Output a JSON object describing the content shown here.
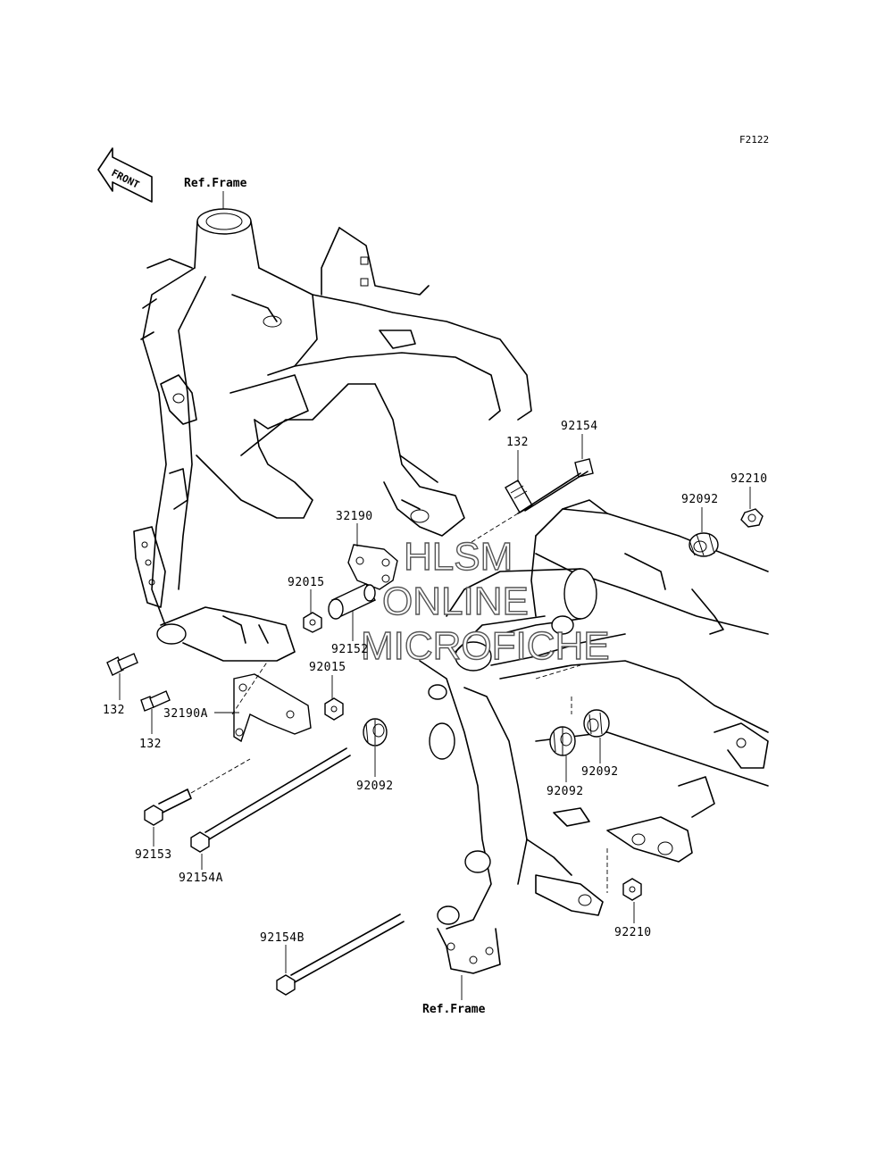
{
  "figure_code": "F2122",
  "front_marker": "FRONT",
  "references": {
    "top": "Ref.Frame",
    "bottom": "Ref.Frame"
  },
  "watermark": [
    "HLSM",
    "ONLINE",
    "MICROFICHE"
  ],
  "parts": {
    "p92154_top": "92154",
    "p132_top": "132",
    "p92210_top": "92210",
    "p92092_top": "92092",
    "p32190": "32190",
    "p92015_a": "92015",
    "p92152": "92152",
    "p92015_b": "92015",
    "p132_left_a": "132",
    "p132_left_b": "132",
    "p32190A": "32190A",
    "p92092_mid": "92092",
    "p92092_right_a": "92092",
    "p92092_right_b": "92092",
    "p92153": "92153",
    "p92154A": "92154A",
    "p92154B": "92154B",
    "p92210_bottom": "92210"
  }
}
